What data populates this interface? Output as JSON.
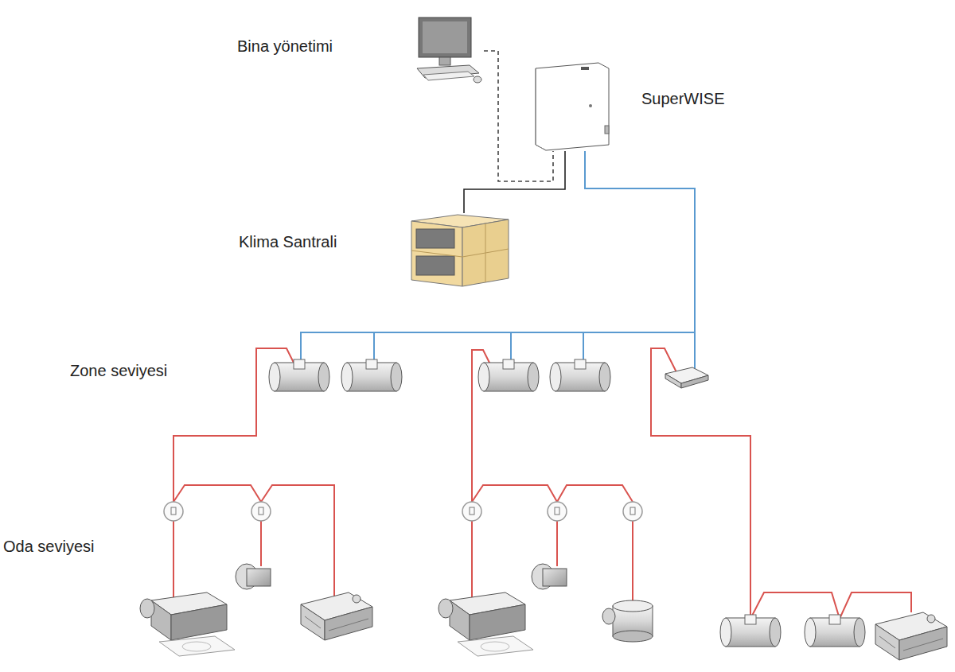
{
  "diagram": {
    "nodes": [
      {
        "text": [
          "Bina yönetimi"
        ]
      },
      {
        "text": [
          "SuperWISE"
        ]
      },
      {
        "text": [
          "Klima Santrali"
        ]
      }
    ],
    "edges": [
      {
        "from": 0,
        "to": 1,
        "arrow": "none"
      },
      {
        "from": 1,
        "to": 2,
        "arrow": "none"
      }
    ],
    "labels": [
      "Zone seviyesi",
      "Oda seviyesi"
    ]
  }
}
